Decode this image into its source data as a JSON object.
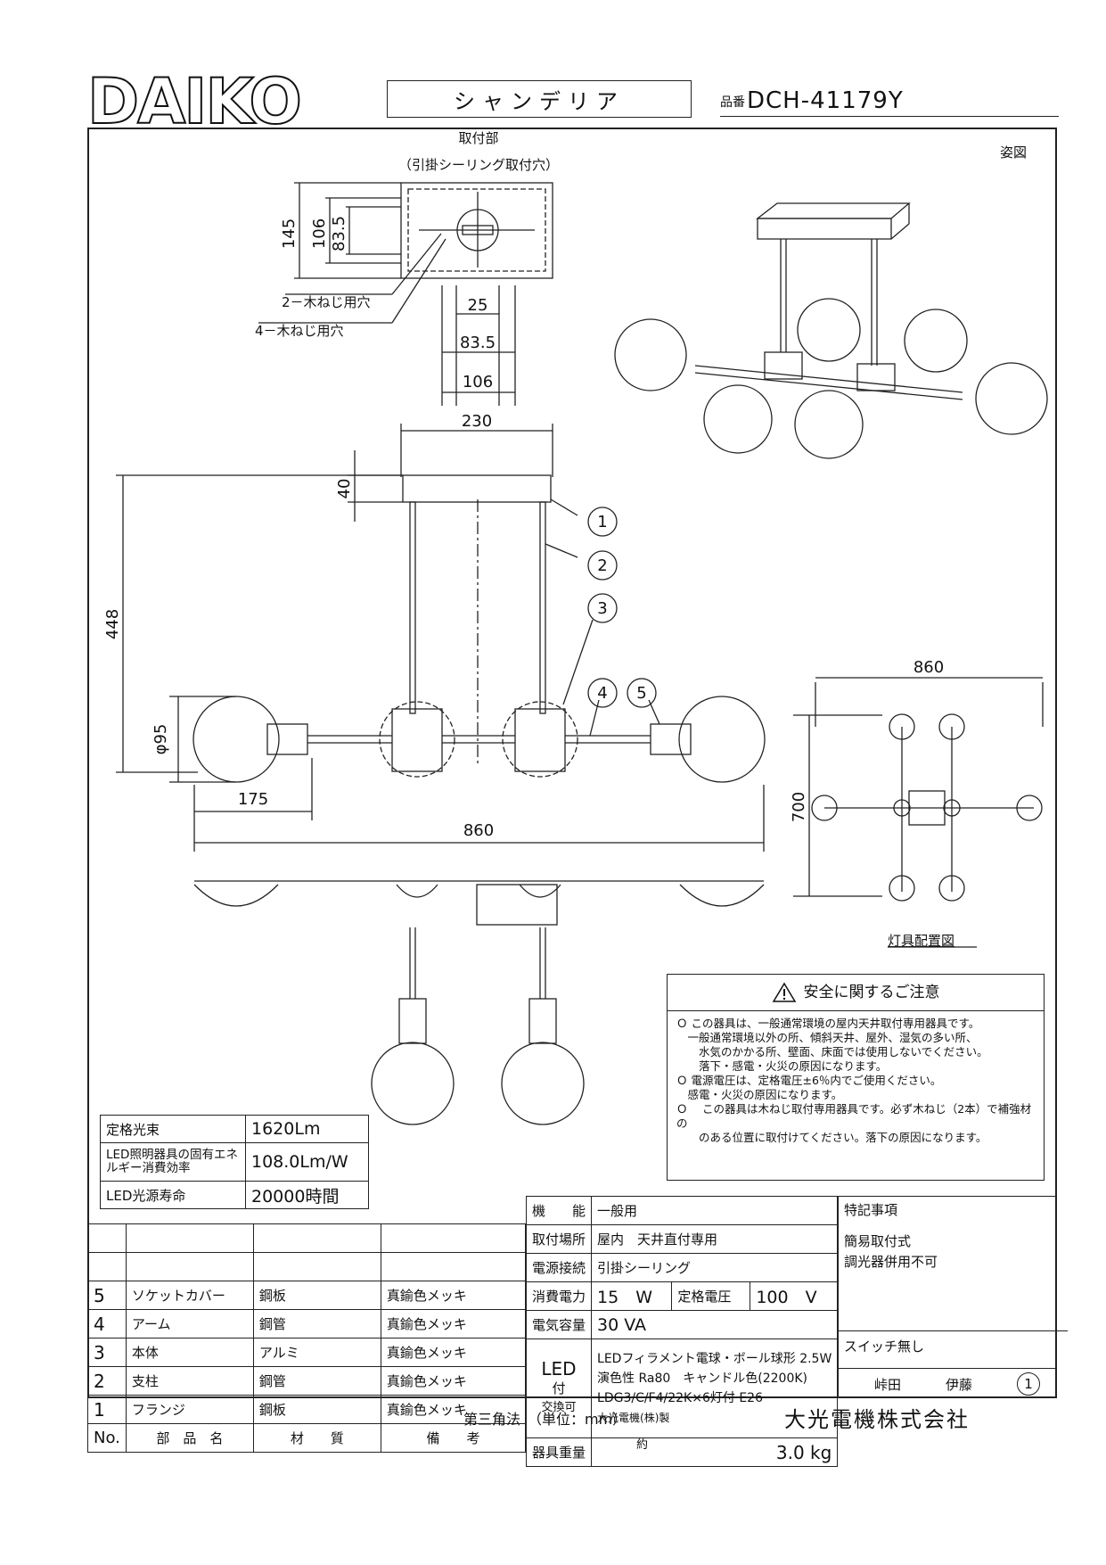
{
  "header": {
    "brand": "DAIKO",
    "product_type": "シャンデリア",
    "part_number_prefix": "品番",
    "part_number": "DCH-41179Y"
  },
  "views": {
    "perspective_label": "姿図",
    "mount_label": "取付部",
    "mount_sub": "（引掛シーリング取付穴）",
    "layout_label": "灯具配置図",
    "screw_2": "2－木ねじ用穴",
    "screw_4": "4－木ねじ用穴"
  },
  "dimensions": {
    "m145": "145",
    "m106": "106",
    "m83_5": "83.5",
    "h25": "25",
    "h83_5": "83.5",
    "h106": "106",
    "w230": "230",
    "h40": "40",
    "h448": "448",
    "d95": "φ95",
    "w175": "175",
    "w860": "860",
    "top860": "860",
    "top700": "700"
  },
  "callouts": [
    "1",
    "2",
    "3",
    "4",
    "5"
  ],
  "safety": {
    "title": "安全に関するご注意",
    "lines": [
      "Ｏ この器具は、一般通常環境の屋内天井取付専用器具です。",
      "　一般通常環境以外の所、傾斜天井、屋外、湿気の多い所、",
      "　　水気のかかる所、壁面、床面では使用しないでください。",
      "　　落下・感電・火災の原因になります。",
      "Ｏ 電源電圧は、定格電圧±6％内でご使用ください。",
      "　感電・火災の原因になります。",
      "Ｏ 　この器具は木ねじ取付専用器具です。必ず木ねじ（2本）で補強材の",
      "　　のある位置に取付けてください。落下の原因になります。"
    ]
  },
  "spec": [
    {
      "label": "定格光束",
      "value": "1620Lm"
    },
    {
      "label": "LED照明器具の固有エネルギー消費効率",
      "value": "108.0Lm/W"
    },
    {
      "label": "LED光源寿命",
      "value": "20000時間"
    }
  ],
  "parts": {
    "headers": [
      "No.",
      "部　品　名",
      "材　　質",
      "備　　考"
    ],
    "rows": [
      {
        "no": "5",
        "name": "ソケットカバー",
        "material": "鋼板",
        "note": "真鍮色メッキ"
      },
      {
        "no": "4",
        "name": "アーム",
        "material": "鋼管",
        "note": "真鍮色メッキ"
      },
      {
        "no": "3",
        "name": "本体",
        "material": "アルミ",
        "note": "真鍮色メッキ"
      },
      {
        "no": "2",
        "name": "支柱",
        "material": "鋼管",
        "note": "真鍮色メッキ"
      },
      {
        "no": "1",
        "name": "フランジ",
        "material": "鋼板",
        "note": "真鍮色メッキ"
      }
    ]
  },
  "info": {
    "function_label": "機　　能",
    "function_value": "一般用",
    "place_label": "取付場所",
    "place_value": "屋内　天井直付専用",
    "conn_label": "電源接続",
    "conn_value": "引掛シーリング",
    "power_label": "消費電力",
    "power_value": "15　W",
    "voltage_label": "定格電圧",
    "voltage_value": "100　V",
    "capacity_label": "電気容量",
    "capacity_value": "30 VA",
    "led_label1": "LED",
    "led_label2": "付",
    "led_label3": "交換可",
    "led_line1": "LEDフィラメント電球・ボール球形 2.5W",
    "led_line2": "演色性 Ra80　キャンドル色(2200K)",
    "led_line3": "LDG3/C/F4/22K×6灯付 E26",
    "led_line4": "大光電機(株)製",
    "weight_label": "器具重量",
    "weight_approx": "約",
    "weight_value": "3.0 kg"
  },
  "notes": {
    "title": "特記事項",
    "line1": "簡易取付式",
    "line2": "調光器併用不可",
    "switch": "スイッチ無し",
    "sign1": "峠田",
    "sign2": "伊藤",
    "sheet": "1"
  },
  "footer": {
    "projection": "第三角法　（単位：mm）",
    "company": "大光電機株式会社"
  }
}
